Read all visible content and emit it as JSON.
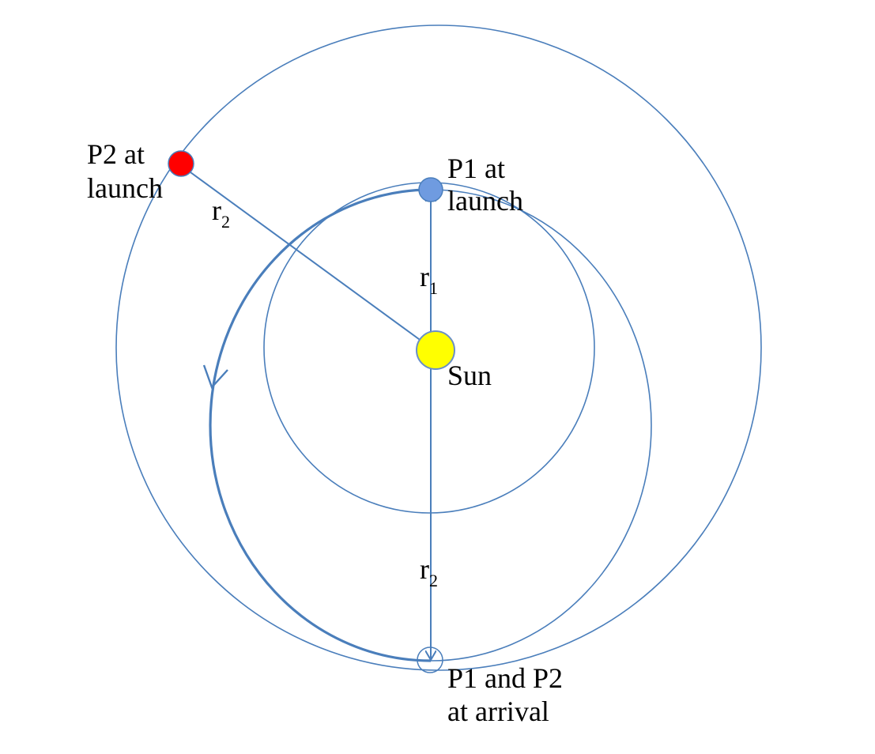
{
  "labels": {
    "p2_launch_line1": "P2 at",
    "p2_launch_line2": "launch",
    "p1_launch_line1": "P1 at",
    "p1_launch_line2": "launch",
    "sun": "Sun",
    "arrival_line1": "P1 and P2",
    "arrival_line2": "at arrival",
    "r1_base": "r",
    "r1_sub": "1",
    "r2_base": "r",
    "r2_sub": "2",
    "r2_lower_base": "r",
    "r2_lower_sub": "2"
  },
  "colors": {
    "orbit_line": "#4a7ebb",
    "transfer_line": "#4a7ebb",
    "sun_fill": "#ffff00",
    "sun_stroke": "#6a8fc7",
    "p1_fill": "#6f9be0",
    "p2_fill": "#ff0000",
    "text": "#000000"
  }
}
